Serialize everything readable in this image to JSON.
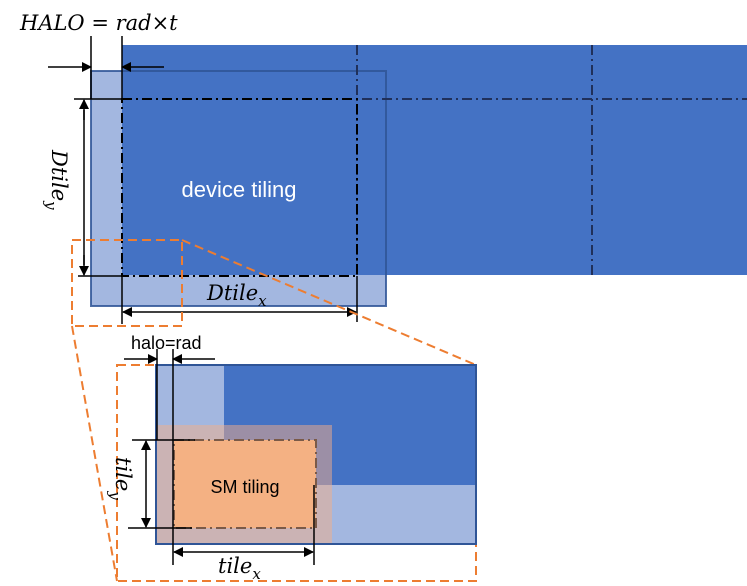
{
  "labels": {
    "halo_formula": "HALO = rad×t",
    "device_tiling": "device tiling",
    "dtile_x": "Dtile",
    "dtile_x_sub": "x",
    "dtile_y": "Dtile",
    "dtile_y_sub": "y",
    "halo_rad": "halo=rad",
    "sm_tiling": "SM tiling",
    "tile_x": "tile",
    "tile_x_sub": "x",
    "tile_y": "tile",
    "tile_y_sub": "y"
  },
  "colors": {
    "dark_blue": "#4472C4",
    "light_blue": "#A3B7E0",
    "border_blue": "#2F5597",
    "orange": "#F4B183",
    "halo_pink": "#CBB3B4",
    "halo_overlap": "#9C8FA6",
    "orange_dash": "#ED7D31"
  }
}
